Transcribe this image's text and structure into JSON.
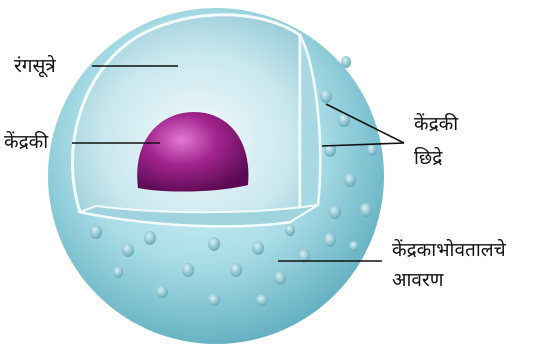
{
  "labels": {
    "chromosomes": "रंगसूत्रे",
    "nucleolus": "केंद्रकी",
    "nuclear_pores_line1": "केंद्रकी",
    "nuclear_pores_line2": "छिद्रे",
    "nuclear_envelope_line1": "केंद्रकाभोवतालचे",
    "nuclear_envelope_line2": "आवरण"
  },
  "colors": {
    "shell": "#8fd0dc",
    "interior": "#cfeaf0",
    "nucleolus": "#8a1a7a",
    "pores": "#6fb6c4",
    "lines": "#111111"
  }
}
